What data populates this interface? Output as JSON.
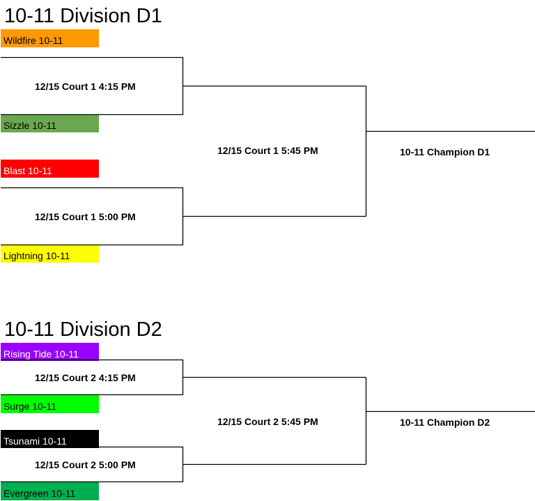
{
  "divisions": [
    {
      "title": "10-11 Division D1",
      "teams": [
        {
          "name": "Wildfire 10-11",
          "bg": "#ff9900",
          "fg": "#000000"
        },
        {
          "name": "Sizzle 10-11",
          "bg": "#6aa84f",
          "fg": "#000000"
        },
        {
          "name": "Blast 10-11",
          "bg": "#ff0000",
          "fg": "#ffffff"
        },
        {
          "name": "Lightning 10-11",
          "bg": "#ffff00",
          "fg": "#000000"
        }
      ],
      "games": {
        "semi1": "12/15 Court 1 4:15 PM",
        "semi2": "12/15 Court 1 5:00 PM",
        "final": "12/15 Court 1 5:45 PM",
        "champion": "10-11 Champion D1"
      }
    },
    {
      "title": "10-11 Division D2",
      "teams": [
        {
          "name": "Rising Tide 10-11",
          "bg": "#9900ff",
          "fg": "#ffffff"
        },
        {
          "name": "Surge 10-11",
          "bg": "#00ff00",
          "fg": "#000000"
        },
        {
          "name": "Tsunami 10-11",
          "bg": "#000000",
          "fg": "#ffffff"
        },
        {
          "name": "Evergreen 10-11",
          "bg": "#00b050",
          "fg": "#000000"
        }
      ],
      "games": {
        "semi1": "12/15 Court 2 4:15 PM",
        "semi2": "12/15 Court 2 5:00 PM",
        "final": "12/15 Court 2 5:45 PM",
        "champion": "10-11 Champion D2"
      }
    }
  ]
}
